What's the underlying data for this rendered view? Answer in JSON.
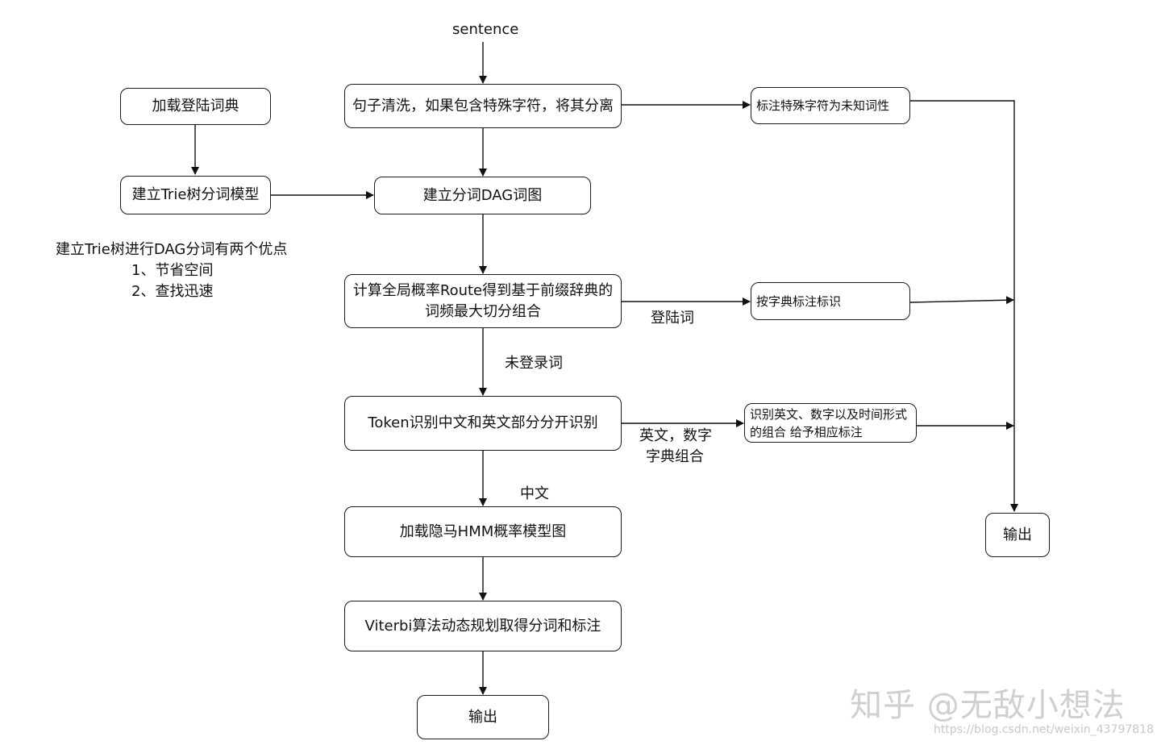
{
  "input_label": "sentence",
  "nodes": {
    "load_dict": "加载登陆词典",
    "build_trie": "建立Trie树分词模型",
    "clean": "句子清洗，如果包含特殊字符，将其分离",
    "dag": "建立分词DAG词图",
    "route": "计算全局概率Route得到基于前缀辞典的词频最大切分组合",
    "token": "Token识别中文和英文部分分开识别",
    "hmm": "加载隐马HMM概率模型图",
    "viterbi": "Viterbi算法动态规划取得分词和标注",
    "output_bottom": "输出",
    "mark_special": "标注特殊字符为未知词性",
    "mark_dict": "按字典标注标识",
    "mark_english": "识别英文、数字以及时间形式的组合 给予相应标注",
    "output_right": "输出"
  },
  "edge_labels": {
    "login_word": "登陆词",
    "unregistered_word": "未登录词",
    "english_number_1": "英文，数字",
    "english_number_2": "字典组合",
    "chinese": "中文"
  },
  "note": {
    "title": "建立Trie树进行DAG分词有两个优点",
    "item1": "1、节省空间",
    "item2": "2、查找迅速"
  },
  "watermark": {
    "main": "知乎 @无敌小想法",
    "url": "https://blog.csdn.net/weixin_43797818"
  }
}
